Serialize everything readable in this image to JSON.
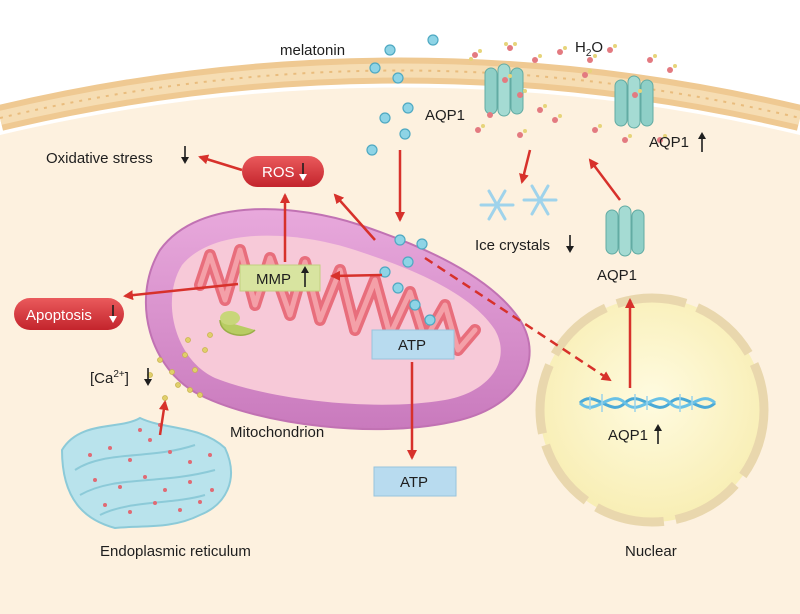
{
  "labels": {
    "melatonin": "melatonin",
    "h2o_main": "H",
    "h2o_sub": "2",
    "h2o_end": "O",
    "aqp1_membrane_left": "AQP1",
    "aqp1_membrane_right": "AQP1",
    "aqp1_cytoplasm": "AQP1",
    "aqp1_dna": "AQP1",
    "ice_crystals": "Ice crystals",
    "oxidative_stress": "Oxidative stress",
    "ros": "ROS",
    "mmp": "MMP",
    "apoptosis": "Apoptosis",
    "ca_open": "[Ca",
    "ca_sup": "2+",
    "ca_close": "]",
    "atp_inner": "ATP",
    "atp_outer": "ATP",
    "mitochondrion": "Mitochondrion",
    "endoplasmic_reticulum": "Endoplasmic reticulum",
    "nuclear": "Nuclear"
  },
  "colors": {
    "cytoplasm": "#fdf1df",
    "membrane_outer": "#f2d3a6",
    "membrane_dot": "#f9e7c4",
    "arrow": "#d7312b",
    "mito_outer": "#d98ec8",
    "mito_inner": "#f07f89",
    "nucleus": "#fcf4c8",
    "nucleus_ring": "#e9d7ad",
    "aqp1": "#8fcfc7",
    "melatonin": "#68c3da",
    "pill": "#d9333a",
    "mmp_box": "#d8e4a0",
    "atp_box": "#b8dbef",
    "er": "#b9e3ec",
    "ca_dot": "#e0cf6b"
  }
}
